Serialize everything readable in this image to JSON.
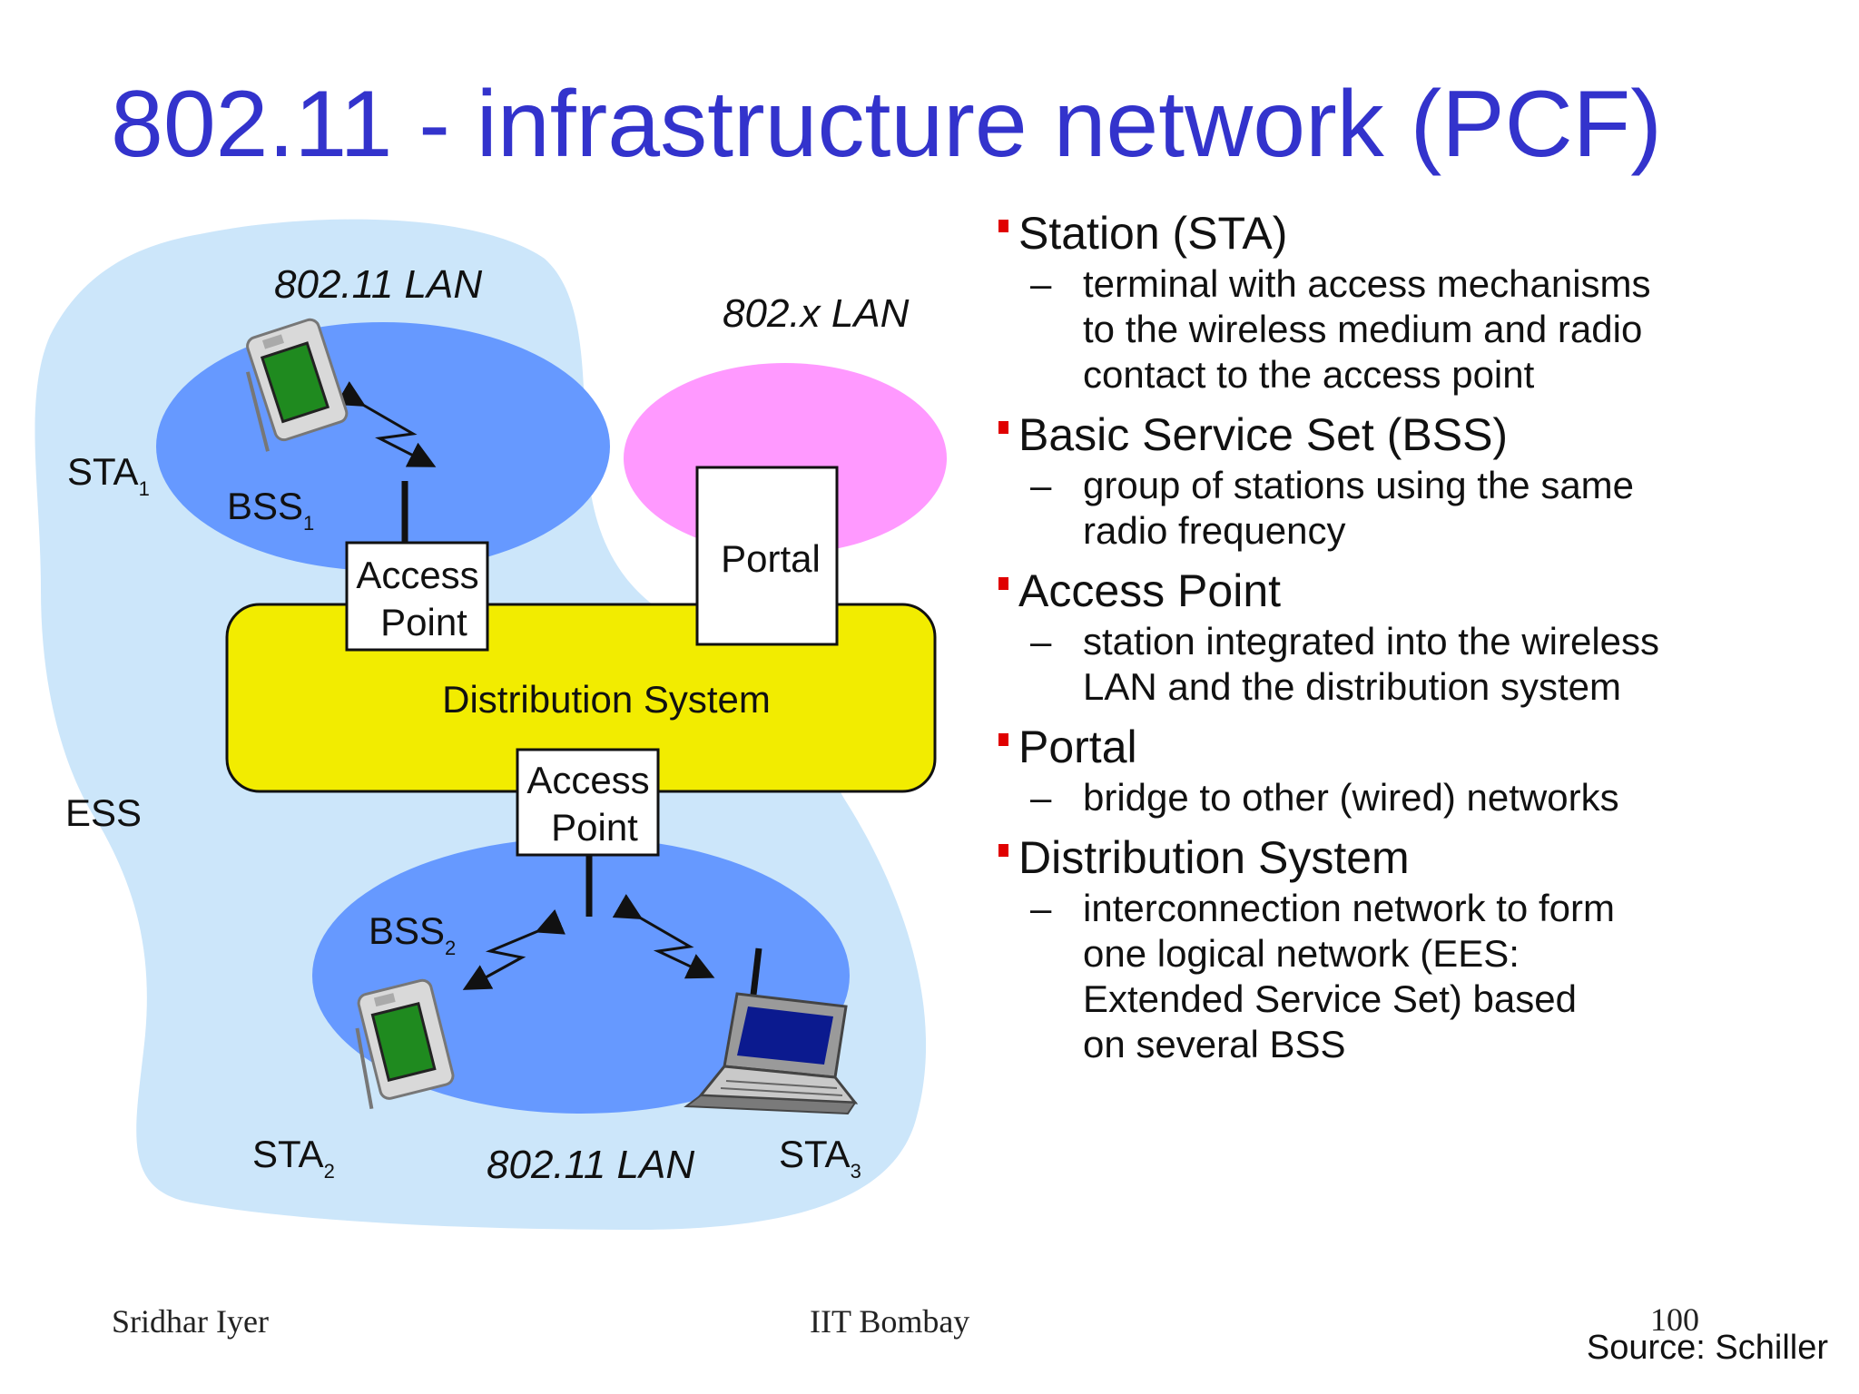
{
  "title": "802.11 - infrastructure network (PCF)",
  "diagram": {
    "lan_top": "802.11 LAN",
    "lan_wired": "802.x LAN",
    "lan_bottom": "802.11 LAN",
    "sta1": "STA",
    "sta1_sub": "1",
    "bss1": "BSS",
    "bss1_sub": "1",
    "ess": "ESS",
    "bss2": "BSS",
    "bss2_sub": "2",
    "sta2": "STA",
    "sta2_sub": "2",
    "sta3": "STA",
    "sta3_sub": "3",
    "access_point_line1": "Access",
    "access_point_line2": "Point",
    "portal": "Portal",
    "distribution_system": "Distribution System"
  },
  "bullets": [
    {
      "heading": "Station (STA)",
      "lines": [
        "terminal with access mechanisms",
        "to the wireless medium and radio",
        "contact to the access point"
      ]
    },
    {
      "heading": "Basic Service Set (BSS)",
      "lines": [
        "group of stations using the same",
        "radio frequency"
      ]
    },
    {
      "heading": "Access Point",
      "lines": [
        "station integrated into the wireless",
        "LAN and the distribution system"
      ]
    },
    {
      "heading": "Portal",
      "lines": [
        "bridge to other (wired) networks"
      ]
    },
    {
      "heading": "Distribution System",
      "lines": [
        "interconnection network to form",
        "one logical network (EES:",
        "Extended Service Set) based",
        "on several BSS"
      ]
    }
  ],
  "footer": {
    "author": "Sridhar Iyer",
    "institution": "IIT Bombay",
    "page": "100",
    "source": "Source: Schiller"
  },
  "colors": {
    "title": "#3333cc",
    "ess": "#cce6fa",
    "bss": "#6699ff",
    "wired_lan": "#ff99ff",
    "distribution_system": "#f2ec00",
    "bullet_marker": "#e00000"
  }
}
